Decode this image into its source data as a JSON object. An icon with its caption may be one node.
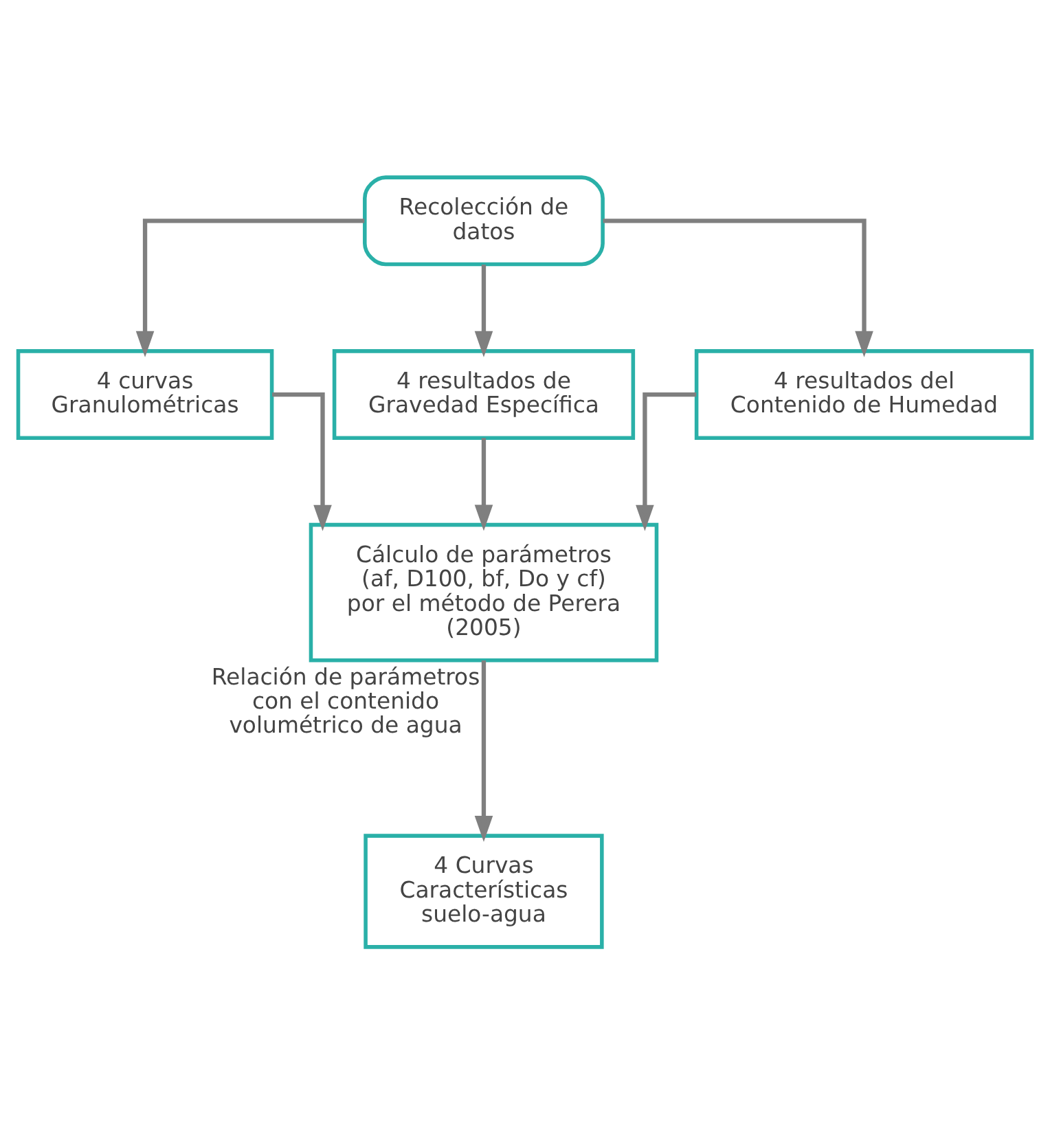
{
  "diagram": {
    "nodes": [
      {
        "text": [
          "Recolección de datos"
        ]
      },
      {
        "text": [
          "4 curvas Granulométricas"
        ]
      },
      {
        "text": [
          "4 resultados de Gravedad Específica"
        ]
      },
      {
        "text": [
          "4 resultados del Contenido de Humedad"
        ]
      },
      {
        "text": [
          "Cálculo de parámetros (af, D100, bf, Do y cf) por el método de Perera (2005)"
        ]
      },
      {
        "text": [
          "4 Curvas Características suelo-agua"
        ]
      }
    ],
    "edges": [
      {
        "from": 0,
        "to": 1,
        "arrow": "to"
      },
      {
        "from": 0,
        "to": 2,
        "arrow": "to"
      },
      {
        "from": 0,
        "to": 3,
        "arrow": "to"
      },
      {
        "from": 1,
        "to": 4,
        "arrow": "to"
      },
      {
        "from": 2,
        "to": 4,
        "arrow": "to"
      },
      {
        "from": 3,
        "to": 4,
        "arrow": "to"
      },
      {
        "from": 4,
        "to": 5,
        "arrow": "to",
        "label": "Relación de parámetros con el contenido volumétrico de agua"
      }
    ]
  }
}
